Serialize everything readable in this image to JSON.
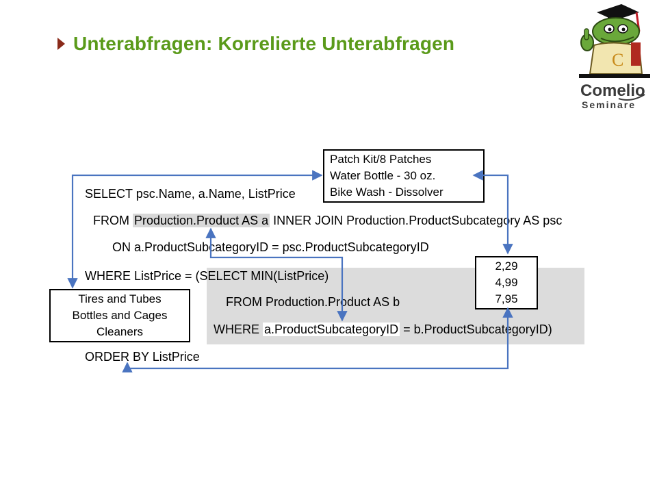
{
  "slide": {
    "title": "Unterabfragen: Korrelierte Unterabfragen",
    "logo_brand": "Comelio",
    "logo_sub": "Seminare"
  },
  "sql": {
    "line1": "SELECT psc.Name, a.Name, ListPrice",
    "line2_pre": "FROM ",
    "line2_hl": "Production.Product AS a",
    "line2_post": " INNER JOIN Production.ProductSubcategory AS psc",
    "line3": "ON a.ProductSubcategoryID = psc.ProductSubcategoryID",
    "line4_pre": "WHERE ListPrice = ",
    "line4_sub": "(SELECT MIN(ListPrice)",
    "line5": "FROM Production.Product AS b",
    "line6_pre": "WHERE ",
    "line6_hl": "a.ProductSubcategoryID",
    "line6_post": " = b.ProductSubcategoryID)",
    "line7": "ORDER BY ListPrice"
  },
  "boxes": {
    "products": [
      "Patch Kit/8 Patches",
      "Water Bottle - 30 oz.",
      "Bike Wash - Dissolver"
    ],
    "prices": [
      "2,29",
      "4,99",
      "7,95"
    ],
    "categories": [
      "Tires and Tubes",
      "Bottles and Cages",
      "Cleaners"
    ]
  },
  "colors": {
    "title": "#5a9a1a",
    "bullet": "#8a2a1a",
    "arrow": "#4a74c0",
    "shade": "#dcdcdc"
  }
}
